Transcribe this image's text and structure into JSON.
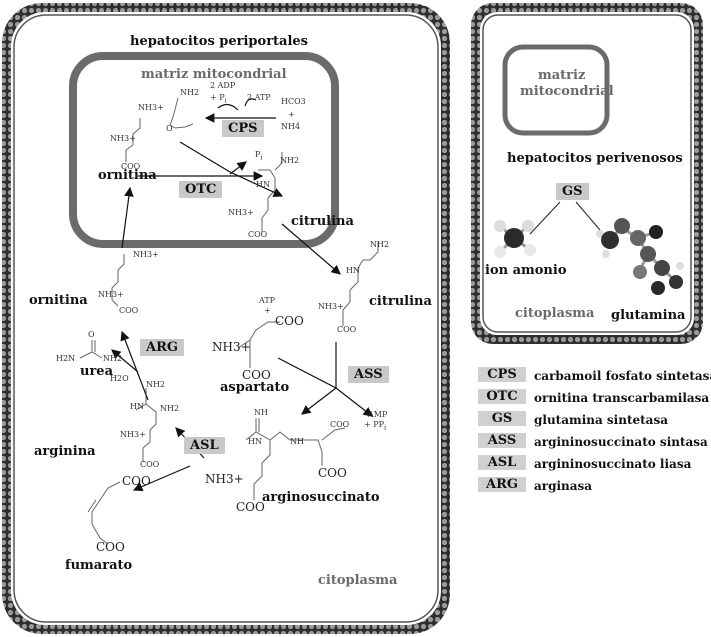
{
  "left_panel": {
    "title": "hepatocitos periportales",
    "matrix_label": "matriz mitocondrial",
    "cytoplasm_label": "citoplasma"
  },
  "right_panel": {
    "matrix_label_line1": "matriz",
    "matrix_label_line2": "mitocondrial",
    "title": "hepatocitos perivenosos",
    "enzyme": "GS",
    "ion_label": "ion amonio",
    "glutamine_label": "glutamina",
    "cytoplasm_label": "citoplasma"
  },
  "metabolites": {
    "ornitina_mito": "ornitina",
    "citrulina_mito": "citrulina",
    "citrulina_cyto": "citrulina",
    "ornitina_cyto": "ornitina",
    "urea": "urea",
    "aspartato": "aspartato",
    "arginina": "arginina",
    "arginosuccinato": "arginosuccinato",
    "fumarato": "fumarato"
  },
  "enzymes": {
    "cps": "CPS",
    "otc": "OTC",
    "arg": "ARG",
    "ass": "ASS",
    "asl": "ASL"
  },
  "chem_text": {
    "adp": "2 ADP",
    "pi_plus": "+ P",
    "atp2": "2 ATP",
    "hco3": "HCO3",
    "plus": "+",
    "nh4": "NH4",
    "pi": "P",
    "nh3": "NH3+",
    "coo": "COO",
    "nh2": "NH2",
    "hn": "HN",
    "nh": "NH",
    "o": "O",
    "h2n": "H2N",
    "h2o": "H2O",
    "atp": "ATP",
    "amp": "AMP",
    "ppi": "+ PP",
    "i": "i",
    "minus": "−"
  },
  "legend": [
    {
      "abbr": "CPS",
      "name": "carbamoil fosfato sintetasa"
    },
    {
      "abbr": "OTC",
      "name": "ornitina transcarbamilasa"
    },
    {
      "abbr": "GS",
      "name": "glutamina sintetasa"
    },
    {
      "abbr": "ASS",
      "name": "argininosuccinato sintasa"
    },
    {
      "abbr": "ASL",
      "name": "argininosuccinato liasa"
    },
    {
      "abbr": "ARG",
      "name": "arginasa"
    }
  ],
  "colors": {
    "membrane_dark": "#3a3a3a",
    "membrane_bead": "#8a8a8a",
    "mito_border": "#6b6b6b",
    "enzyme_bg": "#c9c9c9"
  }
}
